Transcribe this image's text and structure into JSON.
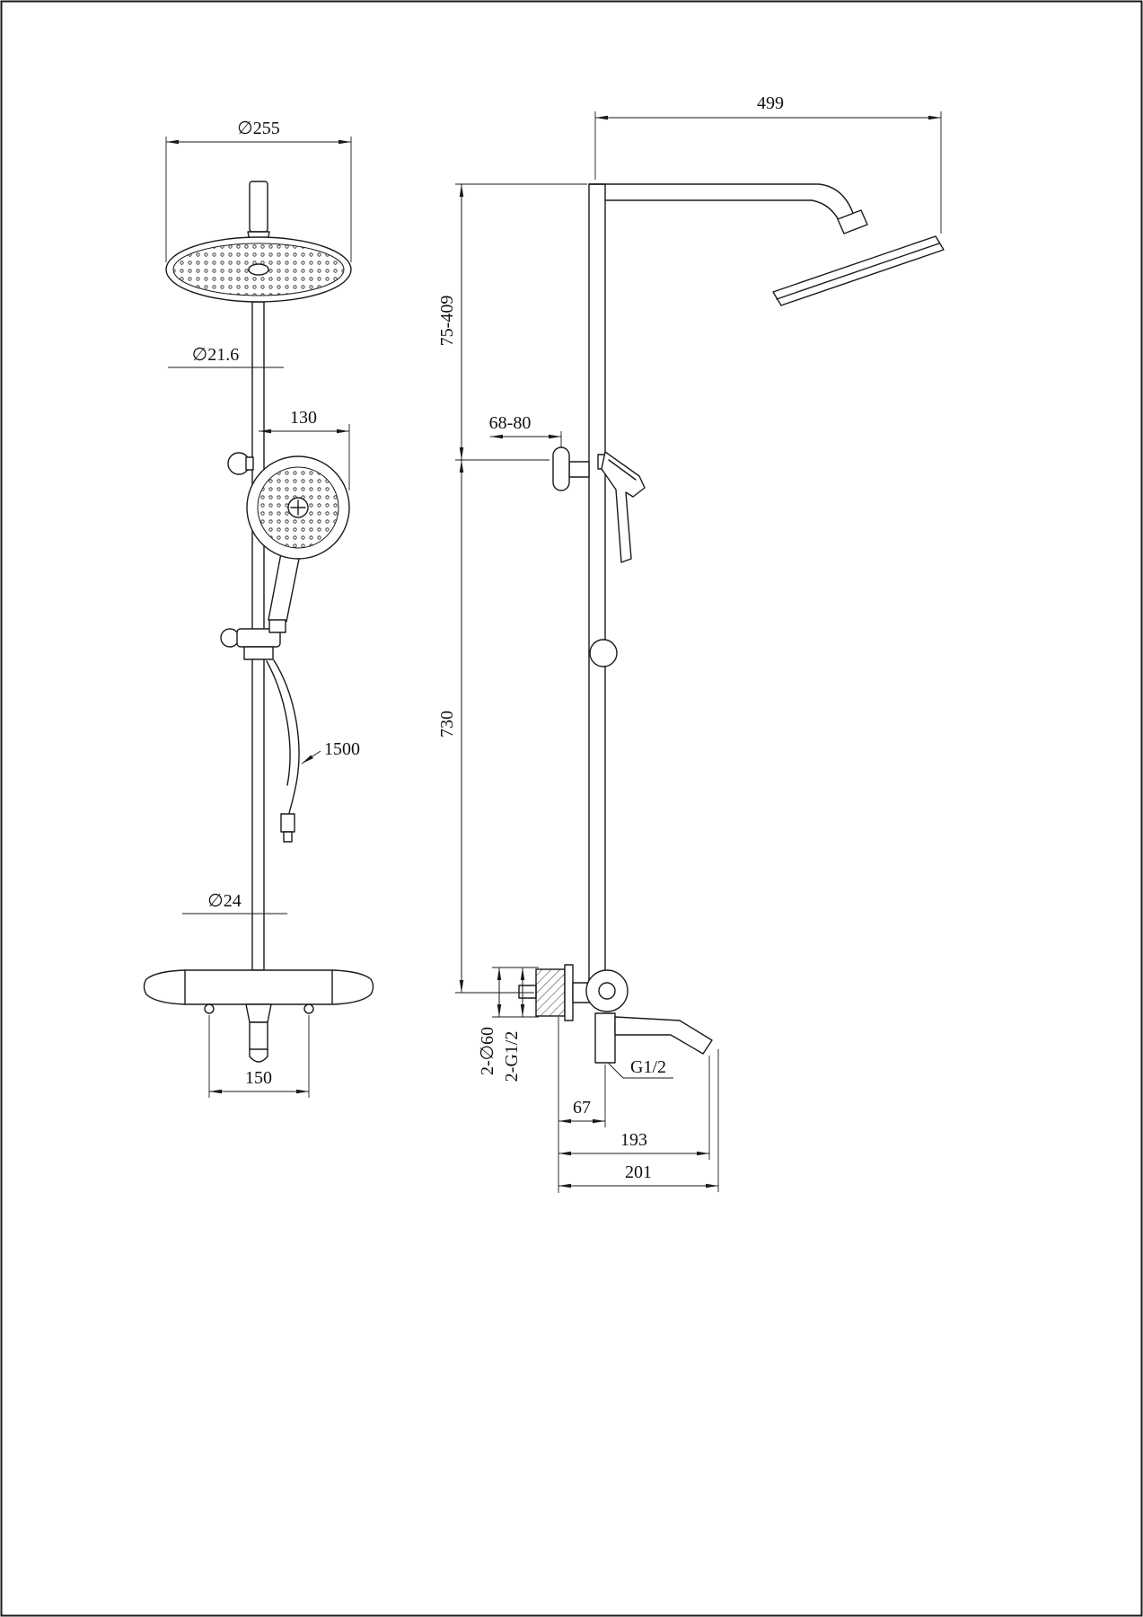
{
  "page": {
    "background": "#ffffff",
    "line_color": "#1a1a1a"
  },
  "front_view": {
    "head_diameter": "∅255",
    "riser_diameter": "∅21.6",
    "handshower_offset": "130",
    "hose_length": "1500",
    "lower_riser_diameter": "∅24",
    "inlet_spacing": "150"
  },
  "side_view": {
    "arm_reach": "499",
    "upper_adjust_range": "75-409",
    "wall_clearance": "68-80",
    "riser_height": "730",
    "escutcheon_spec": "2-∅60",
    "inlet_thread": "2-G1/2",
    "outlet_thread": "G1/2",
    "wall_to_outlet": "67",
    "spout_reach": "193",
    "overall_reach": "201"
  }
}
